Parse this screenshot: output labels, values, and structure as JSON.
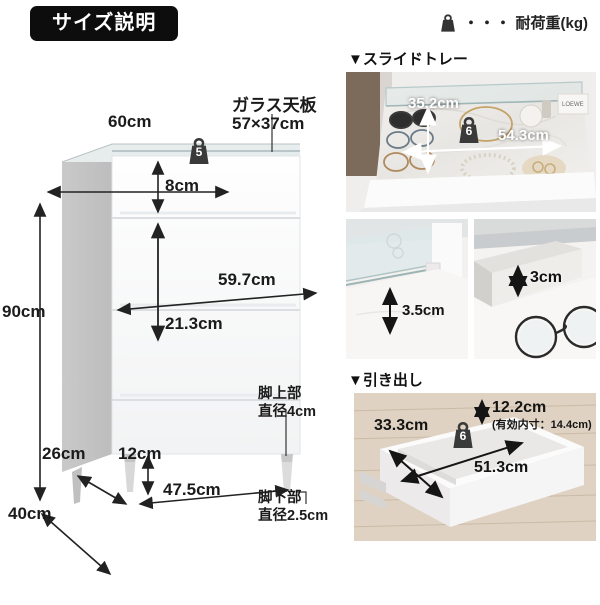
{
  "header": {
    "tag": "サイズ説明",
    "legend_dots": "・・・",
    "legend_label": "耐荷重(kg)",
    "legend_icon": "weight-icon"
  },
  "main_diagram": {
    "glass_top_label_line1": "ガラス天板",
    "glass_top_label_line2": "57×37cm",
    "width_top": "60cm",
    "drawer_top_height": "8cm",
    "drawer_front_width": "59.7cm",
    "drawer_height": "21.3cm",
    "total_height": "90cm",
    "leg_height": "12cm",
    "depth_diagonal": "26cm",
    "leg_span": "47.5cm",
    "depth": "40cm",
    "leg_upper_line1": "脚上部",
    "leg_upper_line2": "直径4cm",
    "leg_lower_line1": "脚下部",
    "leg_lower_line2": "直径2.5cm",
    "top_load_badge": "5"
  },
  "slide_tray": {
    "title": "▼スライドトレー",
    "depth": "35.2cm",
    "width": "54.3cm",
    "load_badge": "6"
  },
  "glass_clearance": {
    "height": "3.5cm"
  },
  "tray_edge": {
    "height": "3cm"
  },
  "drawer": {
    "title": "▼引き出し",
    "inner_depth": "33.3cm",
    "inner_height": "12.2cm",
    "inner_height_note": "(有効内寸：14.4cm)",
    "inner_width": "51.3cm",
    "load_badge": "6"
  },
  "colors": {
    "ink": "#1a1a1a",
    "tag_bg": "#0d0d0d",
    "arrow": "#222222"
  }
}
